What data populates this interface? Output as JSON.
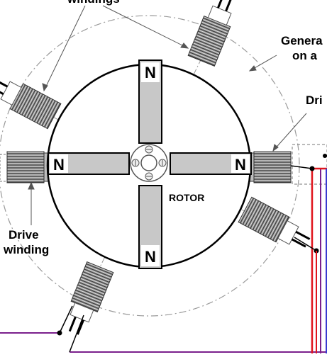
{
  "labels": {
    "top_windings": "windings",
    "generator_line1": "Genera",
    "generator_line2": "on a",
    "drive_right": "Dri",
    "drive_left_line1": "Drive",
    "drive_left_line2": "winding",
    "rotor": "ROTOR"
  },
  "poles": {
    "top": "N",
    "left": "N",
    "right": "N",
    "bottom": "N"
  },
  "colors": {
    "magnet_fill": "#c8c8c8",
    "coil_fill": "#9a9a9a",
    "wire_red": "#e0141c",
    "wire_purple": "#7a1f8c",
    "wire_blue": "#3a3ad0"
  }
}
